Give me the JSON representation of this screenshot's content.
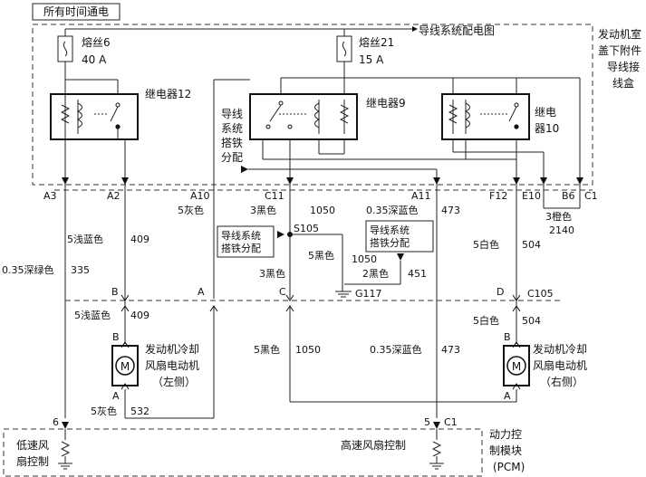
{
  "title": "所有时间通电",
  "fuse6": {
    "name": "熔丝6",
    "rating": "40 A"
  },
  "fuse21": {
    "name": "熔丝21",
    "rating": "15 A"
  },
  "ref_link": "导线系统配电图",
  "box_title": [
    "发动机室",
    "盖下附件",
    "导线接",
    "线盒"
  ],
  "relay12": "继电器12",
  "relay9": "继电器9",
  "relay10": [
    "继电",
    "器10"
  ],
  "ground_dist_box": [
    "导线",
    "系统",
    "搭铁",
    "分配"
  ],
  "ground_dist_box_inline": [
    "导线系统",
    "搭铁分配"
  ],
  "pins_top": [
    "A3",
    "A2",
    "A10",
    "C11",
    "A11",
    "F12",
    "E10",
    "B6",
    "C1"
  ],
  "wire_labels": {
    "a10": "5灰色",
    "c11a": "3黑色",
    "c11b": "1050",
    "s105": "S105",
    "a11a": "0.35深蓝色",
    "a11b": "473",
    "a2a": "5浅蓝色",
    "a2b": "409",
    "a3a": "0.35深绿色",
    "a3b": "335",
    "black5": "5黑色",
    "black1050": "1050",
    "black3": "3黑色",
    "black2": "2黑色",
    "w451": "451",
    "g117": "G117",
    "f12a": "5白色",
    "f12b": "504",
    "orange": "3橙色",
    "orange_num": "2140"
  },
  "c105": {
    "pins": [
      "B",
      "A",
      "C",
      "D"
    ],
    "name": "C105"
  },
  "lower_labels": {
    "lb_a": "5浅蓝色",
    "lb_b": "409",
    "w_a": "5白色",
    "w_b": "504",
    "bk_a": "5黑色",
    "bk_b": "1050",
    "db_a": "0.35深蓝色",
    "db_b": "473",
    "gray_a": "5灰色",
    "gray_b": "532"
  },
  "motor_left": {
    "pin_top": "B",
    "pin_bottom": "A",
    "label": [
      "发动机冷却",
      "风扇电动机",
      "（左侧）"
    ],
    "symbol": "M"
  },
  "motor_right": {
    "pin_top": "B",
    "pin_bottom": "A",
    "label": [
      "发动机冷却",
      "风扇电动机",
      "（右侧）"
    ],
    "symbol": "M"
  },
  "pcm": {
    "pin6": "6",
    "pin5": "5",
    "pinC1": "C1",
    "low_label": [
      "低速风",
      "扇控制"
    ],
    "high_label": "高速风扇控制",
    "title": [
      "动力控",
      "制模块",
      "(PCM)"
    ]
  }
}
